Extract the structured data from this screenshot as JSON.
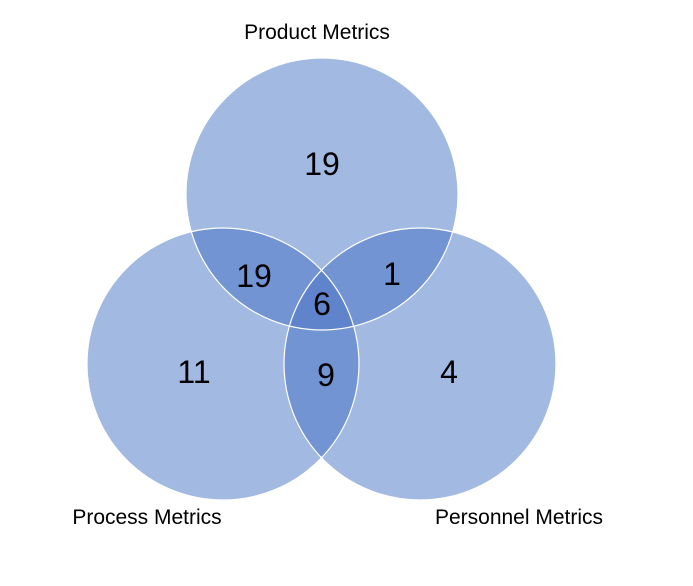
{
  "diagram": {
    "type": "venn",
    "colors": {
      "circle_fill": "#a2b9e1",
      "circle_stroke": "#ffffff",
      "overlap_fill": "#7294d2",
      "center_fill": "#5f84cb"
    },
    "sets": [
      {
        "id": "product",
        "label": "Product Metrics"
      },
      {
        "id": "process",
        "label": "Process Metrics"
      },
      {
        "id": "personnel",
        "label": "Personnel Metrics"
      }
    ],
    "regions": {
      "product_only": "19",
      "process_only": "11",
      "personnel_only": "4",
      "product_process": "19",
      "product_personnel": "1",
      "process_personnel": "9",
      "all_three": "6"
    }
  }
}
